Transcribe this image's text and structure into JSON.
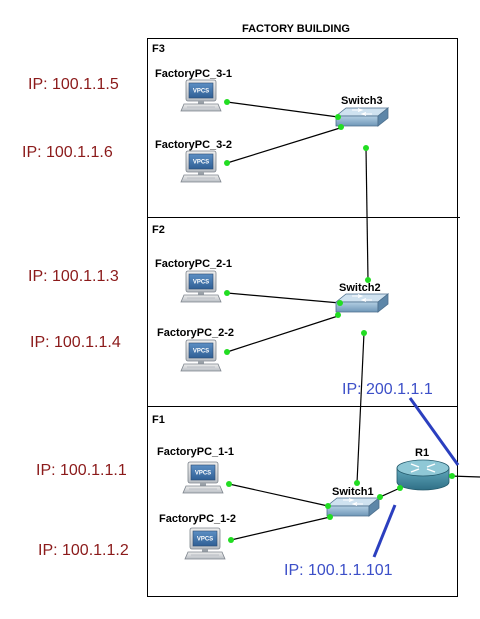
{
  "title": "FACTORY BUILDING",
  "colors": {
    "ip_pc": "#8b1a1a",
    "ip_router": "#3c4fc8",
    "link": "#000000",
    "port_dot": "#22dd22",
    "blue_marker": "#2b3fbf"
  },
  "floors": [
    {
      "id": "F3",
      "label": "F3"
    },
    {
      "id": "F2",
      "label": "F2"
    },
    {
      "id": "F1",
      "label": "F1"
    }
  ],
  "pcs": [
    {
      "id": "pc31",
      "label": "FactoryPC_3-1",
      "icon": "vpcs-pc-icon",
      "badge": "VPCS",
      "ip": "IP: 100.1.1.5"
    },
    {
      "id": "pc32",
      "label": "FactoryPC_3-2",
      "icon": "vpcs-pc-icon",
      "badge": "VPCS",
      "ip": "IP: 100.1.1.6"
    },
    {
      "id": "pc21",
      "label": "FactoryPC_2-1",
      "icon": "vpcs-pc-icon",
      "badge": "VPCS",
      "ip": "IP: 100.1.1.3"
    },
    {
      "id": "pc22",
      "label": "FactoryPC_2-2",
      "icon": "vpcs-pc-icon",
      "badge": "VPCS",
      "ip": "IP: 100.1.1.4"
    },
    {
      "id": "pc11",
      "label": "FactoryPC_1-1",
      "icon": "vpcs-pc-icon",
      "badge": "VPCS",
      "ip": "IP: 100.1.1.1"
    },
    {
      "id": "pc12",
      "label": "FactoryPC_1-2",
      "icon": "vpcs-pc-icon",
      "badge": "VPCS",
      "ip": "IP: 100.1.1.2"
    }
  ],
  "switches": [
    {
      "id": "sw3",
      "label": "Switch3",
      "icon": "switch-icon"
    },
    {
      "id": "sw2",
      "label": "Switch2",
      "icon": "switch-icon"
    },
    {
      "id": "sw1",
      "label": "Switch1",
      "icon": "switch-icon"
    }
  ],
  "router": {
    "id": "r1",
    "label": "R1",
    "icon": "router-icon"
  },
  "router_ips": {
    "wan": "IP: 200.1.1.1",
    "lan": "IP: 100.1.1.101"
  },
  "links": [
    {
      "from": "pc31",
      "to": "sw3"
    },
    {
      "from": "pc32",
      "to": "sw3"
    },
    {
      "from": "pc21",
      "to": "sw2"
    },
    {
      "from": "pc22",
      "to": "sw2"
    },
    {
      "from": "pc11",
      "to": "sw1"
    },
    {
      "from": "pc12",
      "to": "sw1"
    },
    {
      "from": "sw3",
      "to": "sw2"
    },
    {
      "from": "sw2",
      "to": "sw1"
    },
    {
      "from": "sw1",
      "to": "r1"
    },
    {
      "from": "r1",
      "to": "external"
    }
  ]
}
